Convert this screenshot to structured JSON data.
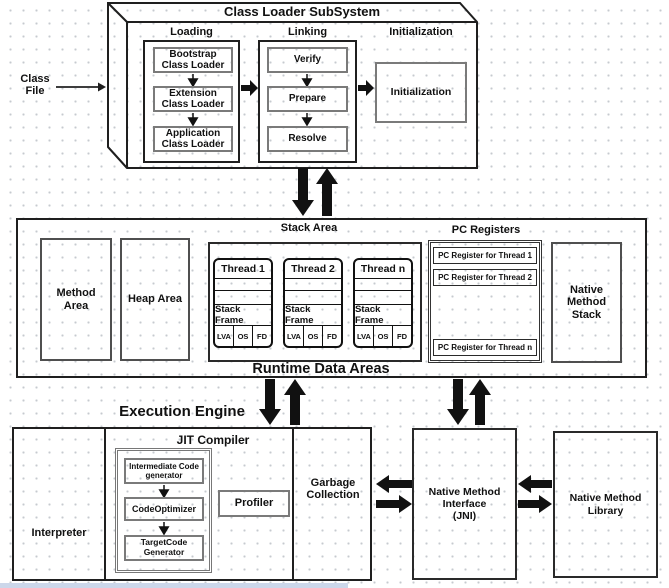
{
  "colors": {
    "diagram_line": "#1f1f1f",
    "inner_box_border": "#7a7a7a",
    "grid_dot": "#c6cacf",
    "bottom_bar": "#ccd7ea"
  },
  "class_file": {
    "lines": [
      "Class",
      "File"
    ]
  },
  "class_loader": {
    "title": "Class Loader SubSystem",
    "loading": {
      "label": "Loading",
      "items": [
        {
          "lines": [
            "Bootstrap",
            "Class Loader"
          ]
        },
        {
          "lines": [
            "Extension",
            "Class Loader"
          ]
        },
        {
          "lines": [
            "Application",
            "Class Loader"
          ]
        }
      ]
    },
    "linking": {
      "label": "Linking",
      "items": [
        "Verify",
        "Prepare",
        "Resolve"
      ]
    },
    "initialization": {
      "label": "Initialization",
      "box_label": "Initialization"
    }
  },
  "runtime": {
    "title": "Runtime Data Areas",
    "method_area": {
      "lines": [
        "Method",
        "Area"
      ]
    },
    "heap_area": "Heap Area",
    "stack_area": {
      "label": "Stack Area",
      "threads": [
        {
          "name": "Thread 1",
          "frame": "Stack Frame",
          "cells": [
            "LVA",
            "OS",
            "FD"
          ]
        },
        {
          "name": "Thread 2",
          "frame": "Stack Frame",
          "cells": [
            "LVA",
            "OS",
            "FD"
          ]
        },
        {
          "name": "Thread n",
          "frame": "Stack Frame",
          "cells": [
            "LVA",
            "OS",
            "FD"
          ]
        }
      ]
    },
    "pc_registers": {
      "label": "PC Registers",
      "items": [
        "PC Register for Thread 1",
        "PC Register for Thread 2",
        "PC Register for Thread n"
      ]
    },
    "native_method_stack": {
      "lines": [
        "Native",
        "Method",
        "Stack"
      ]
    }
  },
  "execution": {
    "title": "Execution Engine",
    "interpreter": "Interpreter",
    "jit": {
      "label": "JIT Compiler",
      "stage1": {
        "lines": [
          "Intermediate Code",
          "generator"
        ]
      },
      "stage2": "CodeOptimizer",
      "stage3": {
        "lines": [
          "TargetCode",
          "Generator"
        ]
      },
      "profiler": "Profiler"
    },
    "garbage_collection": {
      "lines": [
        "Garbage",
        "Collection"
      ]
    }
  },
  "native": {
    "jni": {
      "lines": [
        "Native Method",
        "Interface",
        "(JNI)"
      ]
    },
    "library": {
      "lines": [
        "Native Method",
        "Library"
      ]
    }
  }
}
